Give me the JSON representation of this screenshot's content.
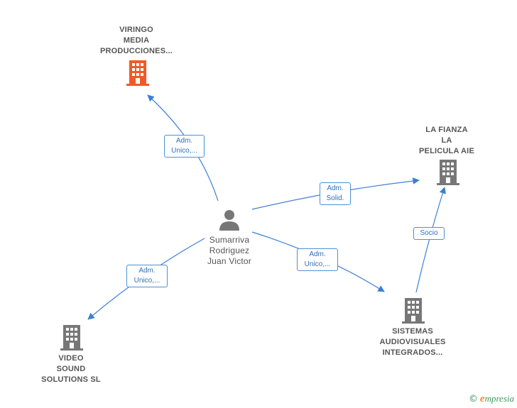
{
  "nodes": {
    "viringo": {
      "lines": [
        "VIRINGO",
        "MEDIA",
        "PRODUCCIONES..."
      ],
      "color": "#f05a28"
    },
    "la_fianza": {
      "lines": [
        "LA FIANZA",
        "LA",
        "PELICULA AIE"
      ],
      "color": "#777777"
    },
    "sistemas": {
      "lines": [
        "SISTEMAS",
        "AUDIOVISUALES",
        "INTEGRADOS..."
      ],
      "color": "#777777"
    },
    "video": {
      "lines": [
        "VIDEO",
        "SOUND",
        "SOLUTIONS SL"
      ],
      "color": "#777777"
    },
    "person": {
      "lines": [
        "Sumarriva",
        "Rodriguez",
        "Juan Victor"
      ],
      "color": "#777777"
    }
  },
  "edges": {
    "person_viringo": {
      "lines": [
        "Adm.",
        "Unico,..."
      ]
    },
    "person_fianza": {
      "lines": [
        "Adm.",
        "Solid."
      ]
    },
    "person_sistemas": {
      "lines": [
        "Adm.",
        "Unico,..."
      ]
    },
    "person_video": {
      "lines": [
        "Adm.",
        "Unico,..."
      ]
    },
    "sistemas_fianza": {
      "lines": [
        "Socio"
      ]
    }
  },
  "edge_color": "#3d7fd1",
  "brand": {
    "copyright": "©",
    "initial": "e",
    "rest": "mpresia"
  }
}
